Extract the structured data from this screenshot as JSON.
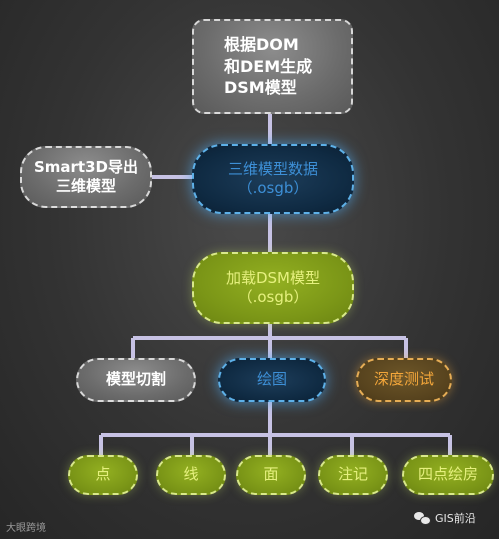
{
  "colors": {
    "connector": "#c7c2e4",
    "gray_node": "#6c6c6c",
    "blue_node": "#0f2a42",
    "green_node": "#7b9617",
    "orange_node": "#57431e"
  },
  "nodes": {
    "dom_dem": "根据DOM\n和DEM生成\nDSM模型",
    "smart3d": "Smart3D导出\n三维模型",
    "osgb_data": "三维模型数据\n（.osgb）",
    "load_dsm": "加载DSM模型\n（.osgb）",
    "cut": "模型切割",
    "draw": "绘图",
    "depth": "深度测试",
    "point": "点",
    "line": "线",
    "face": "面",
    "annotation": "注记",
    "four_point_house": "四点绘房"
  },
  "watermarks": {
    "left": "大眼跨境",
    "right": "GIS前沿"
  }
}
